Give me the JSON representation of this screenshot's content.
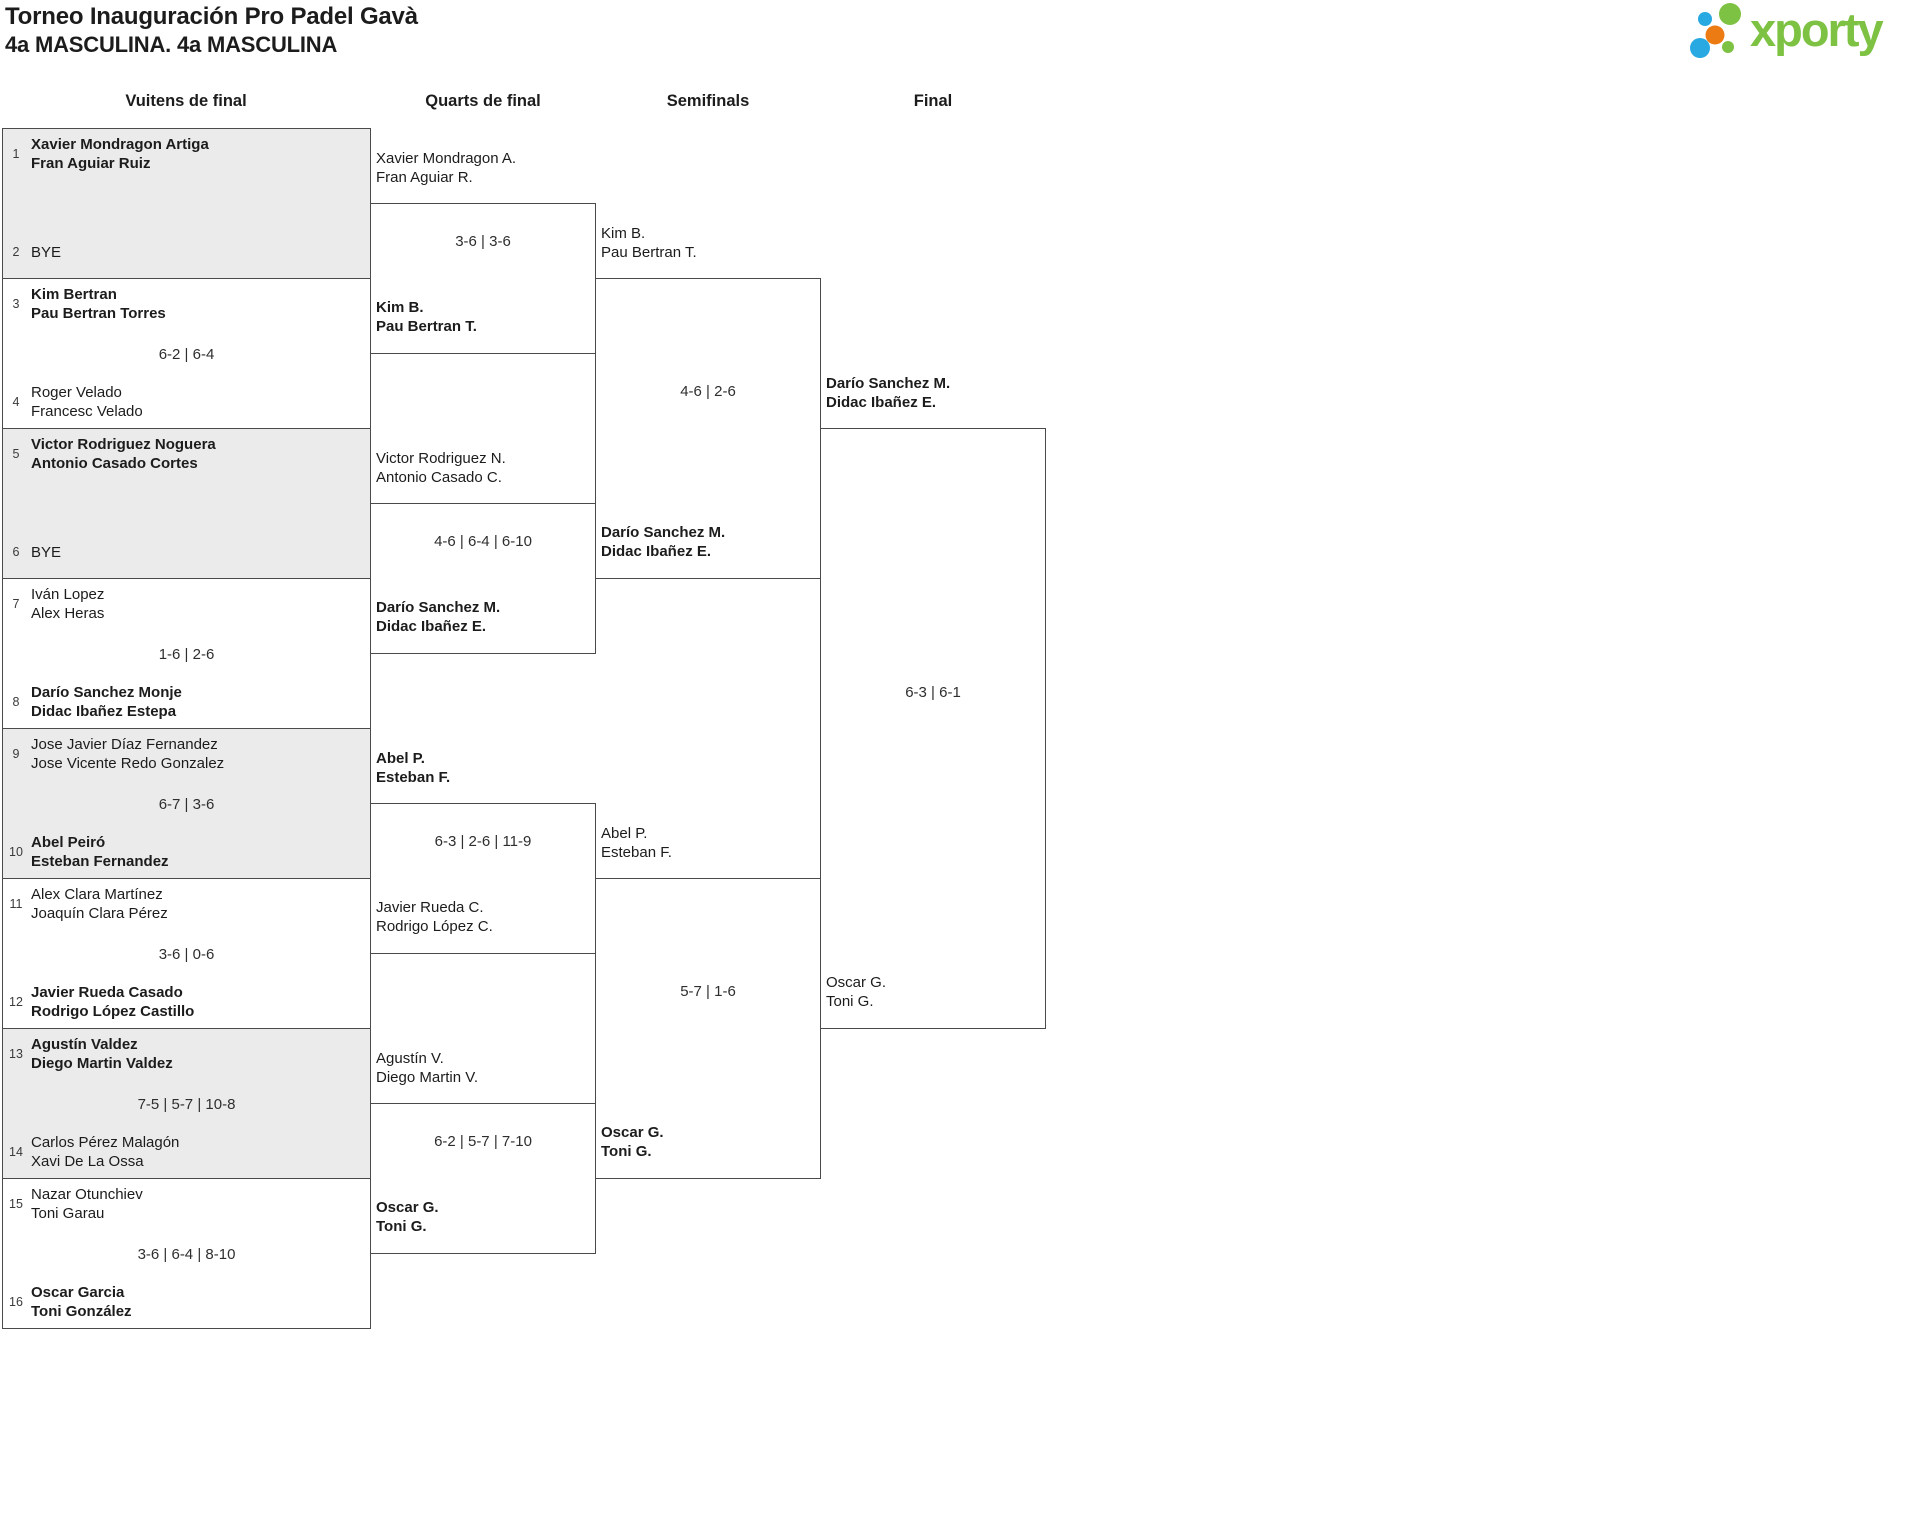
{
  "header": {
    "title": "Torneo Inauguración Pro Padel Gavà",
    "subtitle": "4a MASCULINA. 4a MASCULINA",
    "logo_text": "xporty"
  },
  "round_headers": [
    "Vuitens de final",
    "Quarts de final",
    "Semifinals",
    "Final"
  ],
  "colors": {
    "logo_green": "#7dc242",
    "logo_blue": "#29a9e1",
    "logo_orange": "#ec7b13",
    "box_gray": "#ebebeb",
    "border": "#4a4a4a"
  },
  "bracket": {
    "r16": [
      {
        "gray": true,
        "seed1": "1",
        "team1": [
          "Xavier Mondragon Artiga",
          "Fran Aguiar Ruiz"
        ],
        "bold1": true,
        "score": "",
        "seed2": "2",
        "team2": [
          "BYE"
        ],
        "bold2": false,
        "bye": true
      },
      {
        "gray": false,
        "seed1": "3",
        "team1": [
          "Kim Bertran",
          "Pau Bertran Torres"
        ],
        "bold1": true,
        "score": "6-2 | 6-4",
        "seed2": "4",
        "team2": [
          "Roger Velado",
          "Francesc Velado"
        ],
        "bold2": false,
        "bye": false
      },
      {
        "gray": true,
        "seed1": "5",
        "team1": [
          "Victor Rodriguez Noguera",
          "Antonio Casado Cortes"
        ],
        "bold1": true,
        "score": "",
        "seed2": "6",
        "team2": [
          "BYE"
        ],
        "bold2": false,
        "bye": true
      },
      {
        "gray": false,
        "seed1": "7",
        "team1": [
          "Iván Lopez",
          "Alex Heras"
        ],
        "bold1": false,
        "score": "1-6 | 2-6",
        "seed2": "8",
        "team2": [
          "Darío Sanchez Monje",
          "Didac Ibañez Estepa"
        ],
        "bold2": true,
        "bye": false
      },
      {
        "gray": true,
        "seed1": "9",
        "team1": [
          "Jose Javier Díaz Fernandez",
          "Jose Vicente Redo Gonzalez"
        ],
        "bold1": false,
        "score": "6-7 | 3-6",
        "seed2": "10",
        "team2": [
          "Abel Peiró",
          "Esteban Fernandez"
        ],
        "bold2": true,
        "bye": false
      },
      {
        "gray": false,
        "seed1": "11",
        "team1": [
          "Alex Clara Martínez",
          "Joaquín Clara Pérez"
        ],
        "bold1": false,
        "score": "3-6 | 0-6",
        "seed2": "12",
        "team2": [
          "Javier Rueda Casado",
          "Rodrigo López Castillo"
        ],
        "bold2": true,
        "bye": false
      },
      {
        "gray": true,
        "seed1": "13",
        "team1": [
          "Agustín Valdez",
          "Diego Martin Valdez"
        ],
        "bold1": true,
        "score": "7-5 | 5-7 | 10-8",
        "seed2": "14",
        "team2": [
          "Carlos Pérez Malagón",
          "Xavi De La Ossa"
        ],
        "bold2": false,
        "bye": false
      },
      {
        "gray": false,
        "seed1": "15",
        "team1": [
          "Nazar Otunchiev",
          "Toni Garau"
        ],
        "bold1": false,
        "score": "3-6 | 6-4 | 8-10",
        "seed2": "16",
        "team2": [
          "Oscar Garcia",
          "Toni González"
        ],
        "bold2": true,
        "bye": false
      }
    ],
    "qf": [
      {
        "team1": [
          "Xavier Mondragon A.",
          "Fran Aguiar R."
        ],
        "bold1": false,
        "score": "3-6 | 3-6",
        "team2": [
          "Kim B.",
          "Pau Bertran T."
        ],
        "bold2": true
      },
      {
        "team1": [
          "Victor Rodriguez N.",
          "Antonio Casado C."
        ],
        "bold1": false,
        "score": "4-6 | 6-4 | 6-10",
        "team2": [
          "Darío Sanchez M.",
          "Didac Ibañez E."
        ],
        "bold2": true
      },
      {
        "team1": [
          "Abel P.",
          "Esteban F."
        ],
        "bold1": true,
        "score": "6-3 | 2-6 | 11-9",
        "team2": [
          "Javier Rueda C.",
          "Rodrigo López C."
        ],
        "bold2": false
      },
      {
        "team1": [
          "Agustín V.",
          "Diego Martin V."
        ],
        "bold1": false,
        "score": "6-2 | 5-7 | 7-10",
        "team2": [
          "Oscar G.",
          "Toni G."
        ],
        "bold2": true
      }
    ],
    "sf": [
      {
        "team1": [
          "Kim B.",
          "Pau Bertran T."
        ],
        "bold1": false,
        "score": "4-6 | 2-6",
        "team2": [
          "Darío Sanchez M.",
          "Didac Ibañez E."
        ],
        "bold2": true
      },
      {
        "team1": [
          "Abel P.",
          "Esteban F."
        ],
        "bold1": false,
        "score": "5-7 | 1-6",
        "team2": [
          "Oscar G.",
          "Toni G."
        ],
        "bold2": true
      }
    ],
    "final": {
      "team1": [
        "Darío Sanchez M.",
        "Didac Ibañez E."
      ],
      "bold1": true,
      "score": "6-3 | 6-1",
      "team2": [
        "Oscar G.",
        "Toni G."
      ],
      "bold2": false
    }
  }
}
